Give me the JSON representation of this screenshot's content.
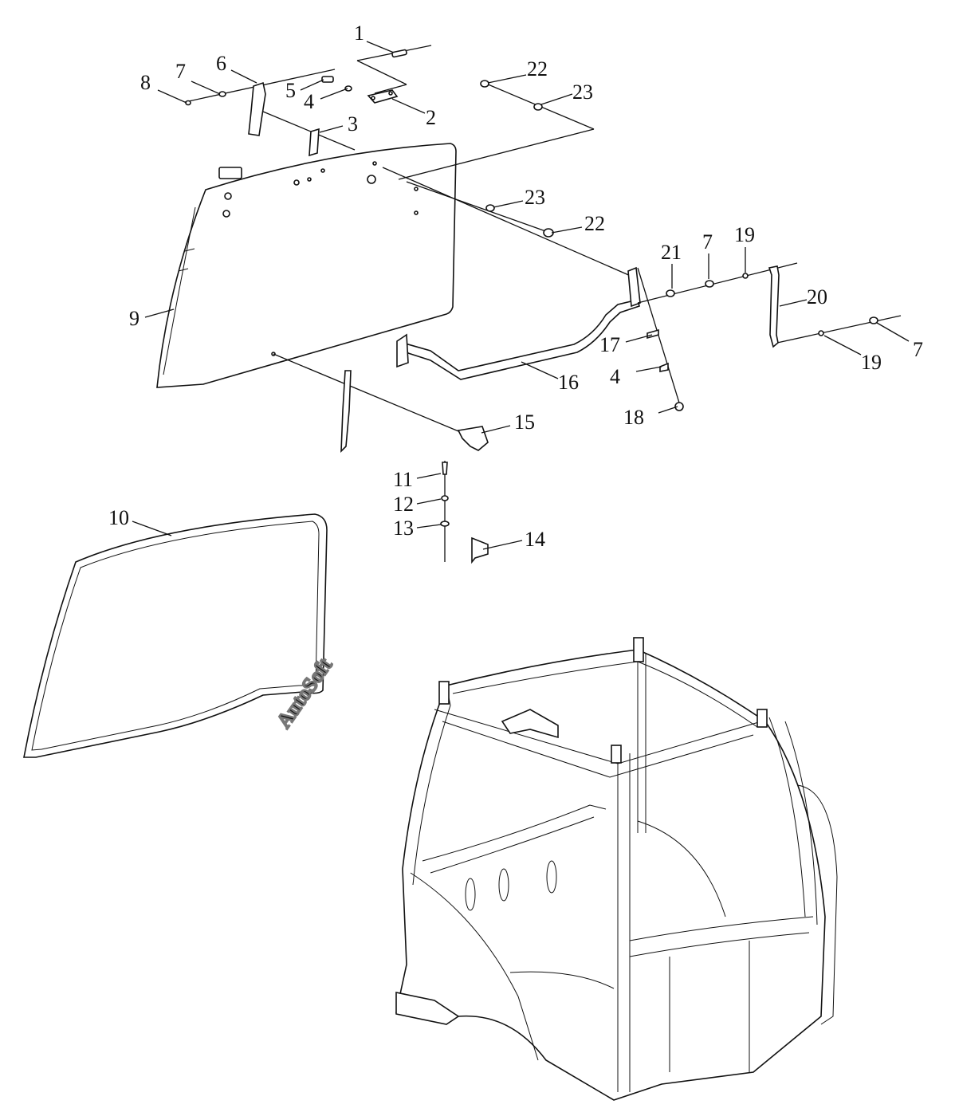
{
  "watermark": "AutoSoft",
  "callouts": [
    {
      "id": "c1",
      "label": "1"
    },
    {
      "id": "c2",
      "label": "2"
    },
    {
      "id": "c3",
      "label": "3"
    },
    {
      "id": "c4a",
      "label": "4"
    },
    {
      "id": "c5",
      "label": "5"
    },
    {
      "id": "c6",
      "label": "6"
    },
    {
      "id": "c7a",
      "label": "7"
    },
    {
      "id": "c8",
      "label": "8"
    },
    {
      "id": "c9",
      "label": "9"
    },
    {
      "id": "c10",
      "label": "10"
    },
    {
      "id": "c11",
      "label": "11"
    },
    {
      "id": "c12",
      "label": "12"
    },
    {
      "id": "c13",
      "label": "13"
    },
    {
      "id": "c14",
      "label": "14"
    },
    {
      "id": "c15",
      "label": "15"
    },
    {
      "id": "c16",
      "label": "16"
    },
    {
      "id": "c17",
      "label": "17"
    },
    {
      "id": "c4b",
      "label": "4"
    },
    {
      "id": "c18",
      "label": "18"
    },
    {
      "id": "c21",
      "label": "21"
    },
    {
      "id": "c7b",
      "label": "7"
    },
    {
      "id": "c19a",
      "label": "19"
    },
    {
      "id": "c20",
      "label": "20"
    },
    {
      "id": "c19b",
      "label": "19"
    },
    {
      "id": "c7c",
      "label": "7"
    },
    {
      "id": "c22a",
      "label": "22"
    },
    {
      "id": "c23a",
      "label": "23"
    },
    {
      "id": "c23b",
      "label": "23"
    },
    {
      "id": "c22b",
      "label": "22"
    }
  ]
}
